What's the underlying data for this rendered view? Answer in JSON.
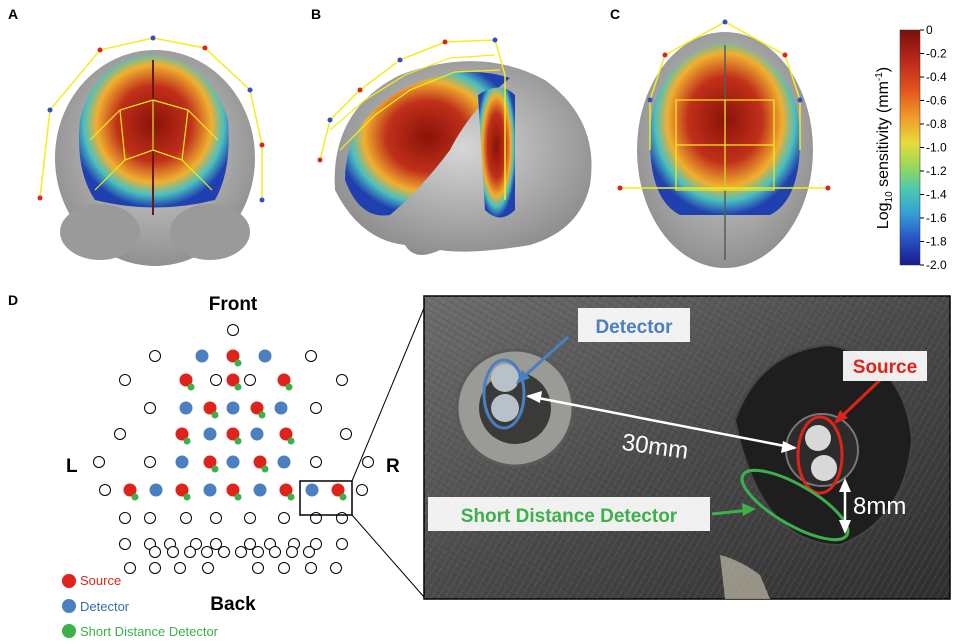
{
  "panels": {
    "a": "A",
    "b": "B",
    "c": "C",
    "d": "D"
  },
  "colorbar": {
    "label_prefix": "Log",
    "label_sub": "10",
    "label_suffix": " sensitivity (mm",
    "label_sup": "-1",
    "label_close": ")",
    "ticks": [
      "0",
      "-0.2",
      "-0.4",
      "-0.6",
      "-0.8",
      "-1.0",
      "-1.2",
      "-1.4",
      "-1.6",
      "-1.8",
      "-2.0"
    ],
    "colors": [
      "#7a0f0a",
      "#b5261a",
      "#e0521d",
      "#f08c2a",
      "#f5c93a",
      "#c8dc3c",
      "#6fcf7a",
      "#35b4c8",
      "#2f7fd0",
      "#2440b0",
      "#1a1a8a"
    ]
  },
  "layout_labels": {
    "front": "Front",
    "back": "Back",
    "left": "L",
    "right": "R"
  },
  "legend": {
    "source": "Source",
    "detector": "Detector",
    "short": "Short Distance Detector"
  },
  "photo_labels": {
    "detector": "Detector",
    "source": "Source",
    "short": "Short Distance Detector",
    "dist_30": "30mm",
    "dist_8": "8mm"
  },
  "colors": {
    "source": "#e0231a",
    "detector": "#4a7fc1",
    "short": "#3cb04a",
    "optode_line": "#f4ec1c"
  }
}
